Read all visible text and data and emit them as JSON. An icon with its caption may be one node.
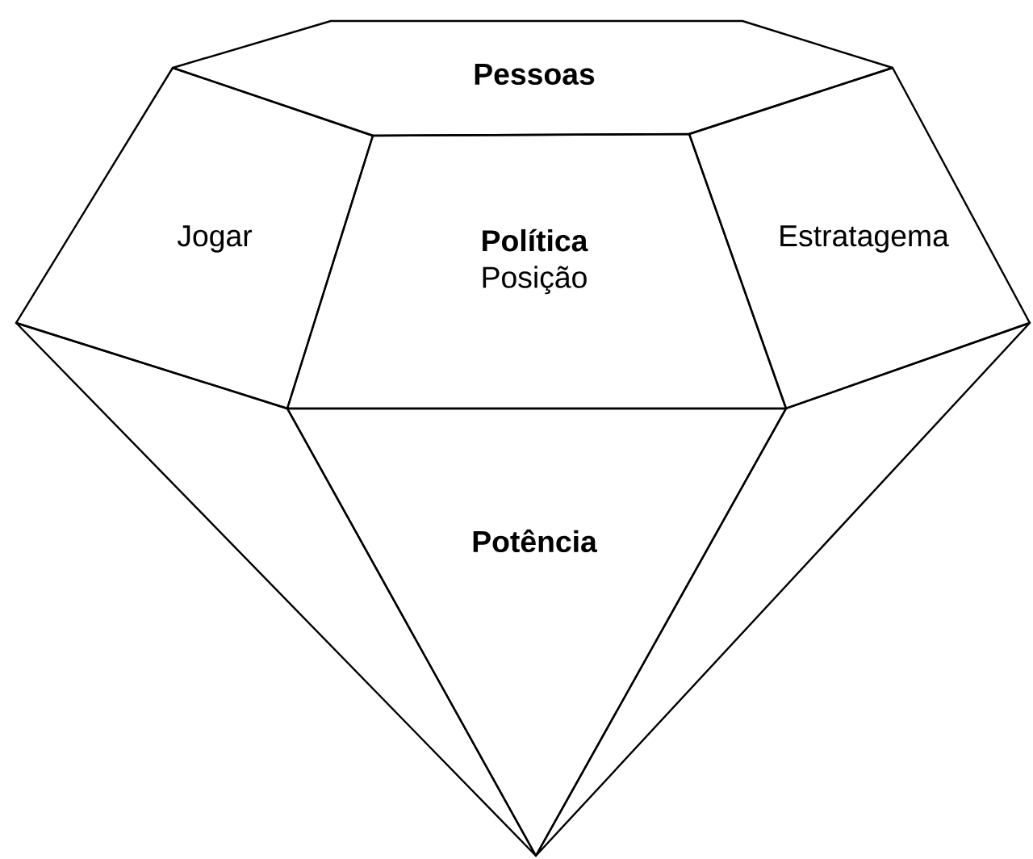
{
  "diagram": {
    "nodes": [
      {
        "text": [
          "Pessoas"
        ]
      },
      {
        "text": [
          "Jogar"
        ]
      },
      {
        "text": [
          "Política",
          "Posição"
        ]
      },
      {
        "text": [
          "Estratagema"
        ]
      },
      {
        "text": [
          "Potência"
        ]
      },
      {
        "text": [],
        "shape": "triangle"
      },
      {
        "text": [],
        "shape": "triangle"
      }
    ]
  }
}
